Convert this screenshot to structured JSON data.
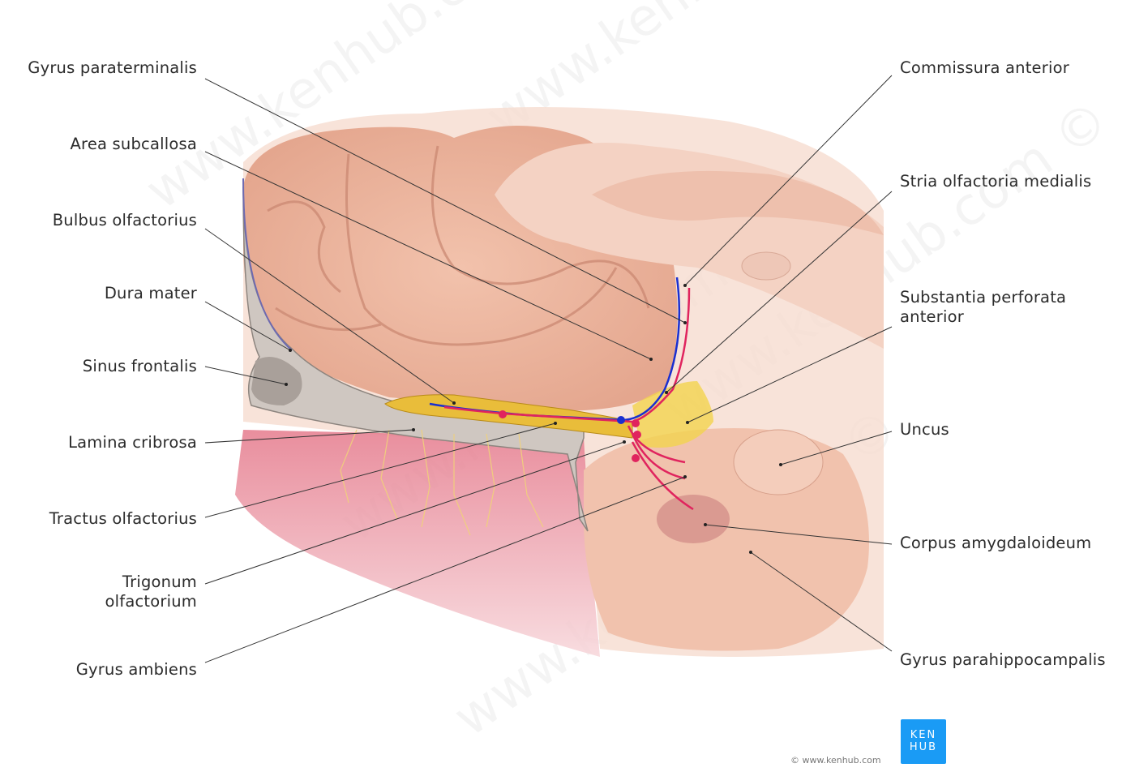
{
  "labels_left": {
    "gyrus_paraterminalis": "Gyrus paraterminalis",
    "area_subcallosa": "Area subcallosa",
    "bulbus_olfactorius": "Bulbus olfactorius",
    "dura_mater": "Dura mater",
    "sinus_frontalis": "Sinus frontalis",
    "lamina_cribrosa": "Lamina cribrosa",
    "tractus_olfactorius": "Tractus olfactorius",
    "trigonum_olfactorium_1": "Trigonum",
    "trigonum_olfactorium_2": "olfactorium",
    "gyrus_ambiens": "Gyrus ambiens"
  },
  "labels_right": {
    "commissura_anterior": "Commissura anterior",
    "stria_olfactoria_medialis": "Stria olfactoria medialis",
    "substantia_perforata_1": "Substantia perforata",
    "substantia_perforata_2": "anterior",
    "uncus": "Uncus",
    "corpus_amygdaloideum": "Corpus amygdaloideum",
    "gyrus_parahippocampalis": "Gyrus parahippocampalis"
  },
  "watermark": "www.kenhub.com ©",
  "logo": {
    "line1": "KEN",
    "line2": "HUB"
  },
  "copyright": "© www.kenhub.com",
  "colors": {
    "brand": "#1a9bf5",
    "pathway_red": "#e0245e",
    "pathway_blue": "#1a2fd0"
  }
}
